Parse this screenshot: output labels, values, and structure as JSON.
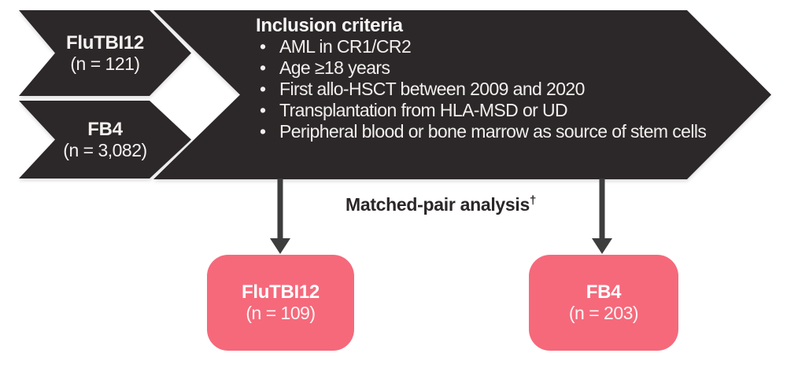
{
  "colors": {
    "dark": "#2c2728",
    "connector": "#3e3d3d",
    "pink": "#f5697b",
    "light_text": "#f4f2f1",
    "dark_text": "#2b2627",
    "background": "#ffffff"
  },
  "input_cohorts": [
    {
      "label": "FluTBI12",
      "n": "(n = 121)"
    },
    {
      "label": "FB4",
      "n": "(n = 3,082)"
    }
  ],
  "inclusion": {
    "title": "Inclusion criteria",
    "bullet_char": "•",
    "bullets": [
      "AML in CR1/CR2",
      "Age ≥18 years",
      "First allo-HSCT between 2009 and 2020",
      "Transplantation from HLA-MSD or UD",
      "Peripheral blood or bone marrow as source of stem cells"
    ]
  },
  "matched_pair": {
    "label": "Matched-pair analysis",
    "superscript": "†"
  },
  "result_cohorts": [
    {
      "label": "FluTBI12",
      "n": "(n = 109)"
    },
    {
      "label": "FB4",
      "n": "(n = 203)"
    }
  ]
}
